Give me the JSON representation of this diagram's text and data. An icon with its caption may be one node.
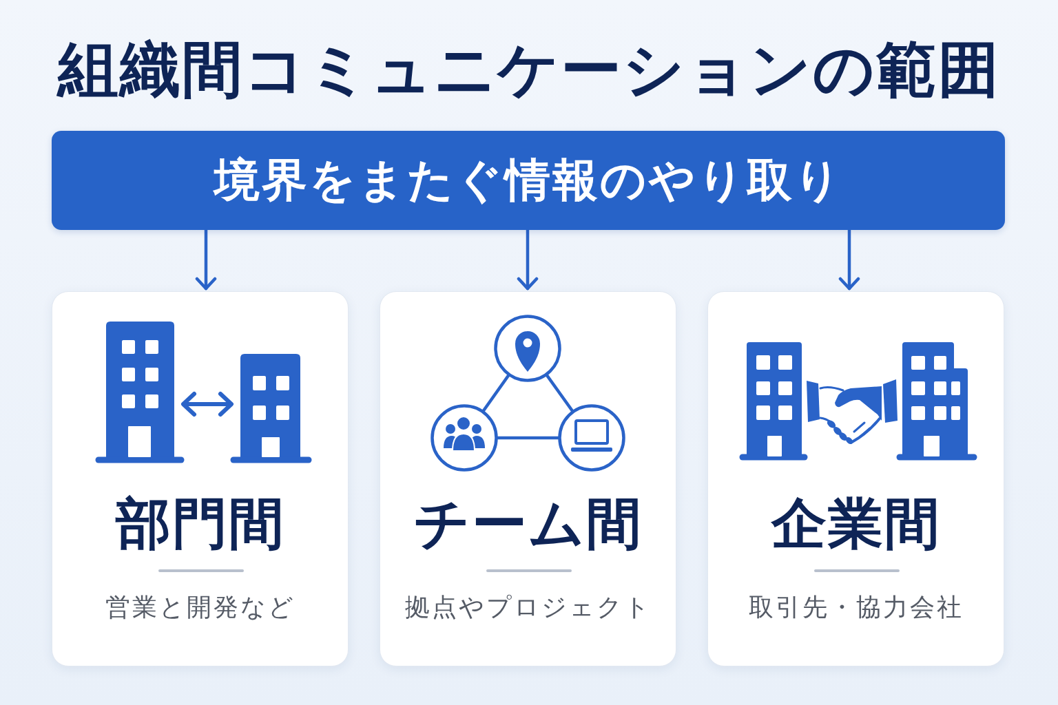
{
  "diagram": {
    "title": "組織間コミュニケーションの範囲",
    "nodes": [
      {
        "text": [
          "境界をまたぐ情報のやり取り"
        ]
      },
      {
        "text": [
          "部門間",
          "営業と開発など"
        ]
      },
      {
        "text": [
          "チーム間",
          "拠点やプロジェクト"
        ]
      },
      {
        "text": [
          "企業間",
          "取引先・協力会社"
        ]
      }
    ],
    "edges": [
      {
        "from": 0,
        "to": 1,
        "arrow": "to"
      },
      {
        "from": 0,
        "to": 2,
        "arrow": "to"
      },
      {
        "from": 0,
        "to": 3,
        "arrow": "to"
      }
    ]
  }
}
